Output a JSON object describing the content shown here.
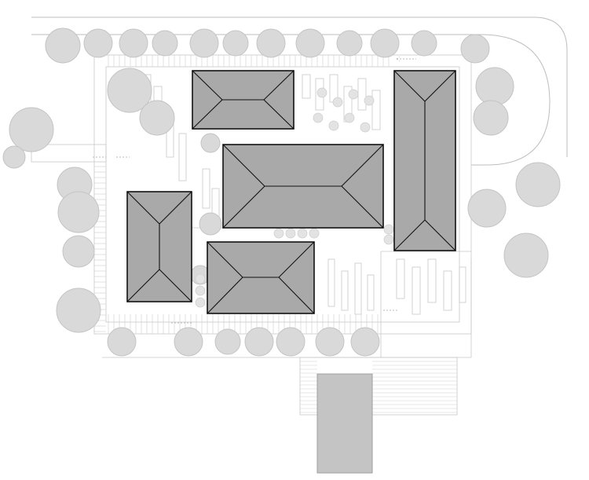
{
  "diagram": {
    "type": "site-plan-roof-view",
    "buildings": [
      {
        "id": "north-block",
        "roof": "hip"
      },
      {
        "id": "central-block",
        "roof": "hip"
      },
      {
        "id": "east-block",
        "roof": "hip"
      },
      {
        "id": "west-block",
        "roof": "hip"
      },
      {
        "id": "south-block",
        "roof": "hip"
      }
    ],
    "colors": {
      "roof_fill": "#a9a9a9",
      "roof_stroke": "#111111",
      "landscape": "#d9d9d9",
      "background": "#ffffff"
    }
  }
}
